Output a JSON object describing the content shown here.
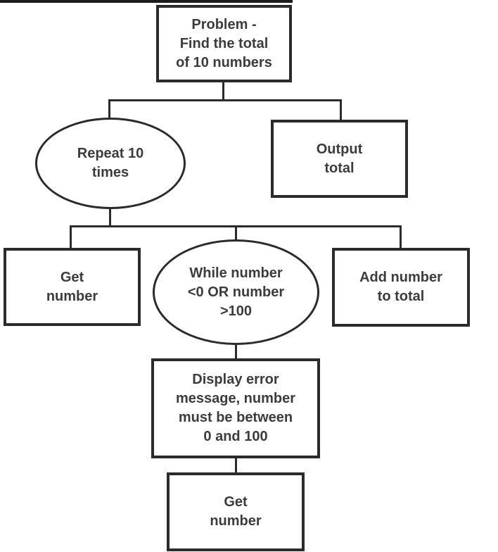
{
  "colors": {
    "line": "#2b2b2b",
    "text": "#3c3c3c",
    "background": "#ffffff"
  },
  "diagram": {
    "type": "structure-chart",
    "nodes": {
      "problem": {
        "shape": "rect",
        "lines": [
          "Problem -",
          "Find the total",
          "of 10 numbers"
        ]
      },
      "repeat": {
        "shape": "ellipse",
        "lines": [
          "Repeat 10",
          "times"
        ]
      },
      "output": {
        "shape": "rect",
        "lines": [
          "Output",
          "total"
        ]
      },
      "get_number_1": {
        "shape": "rect",
        "lines": [
          "Get",
          "number"
        ]
      },
      "while_check": {
        "shape": "ellipse",
        "lines": [
          "While number",
          "<0 OR number",
          ">100"
        ]
      },
      "add_number": {
        "shape": "rect",
        "lines": [
          "Add number",
          "to total"
        ]
      },
      "display_error": {
        "shape": "rect",
        "lines": [
          "Display error",
          "message, number",
          "must be between",
          "0 and 100"
        ]
      },
      "get_number_2": {
        "shape": "rect",
        "lines": [
          "Get",
          "number"
        ]
      }
    },
    "edges": [
      "problem -> repeat",
      "problem -> output",
      "repeat -> get_number_1",
      "repeat -> while_check",
      "repeat -> add_number",
      "while_check -> display_error",
      "display_error -> get_number_2"
    ]
  }
}
